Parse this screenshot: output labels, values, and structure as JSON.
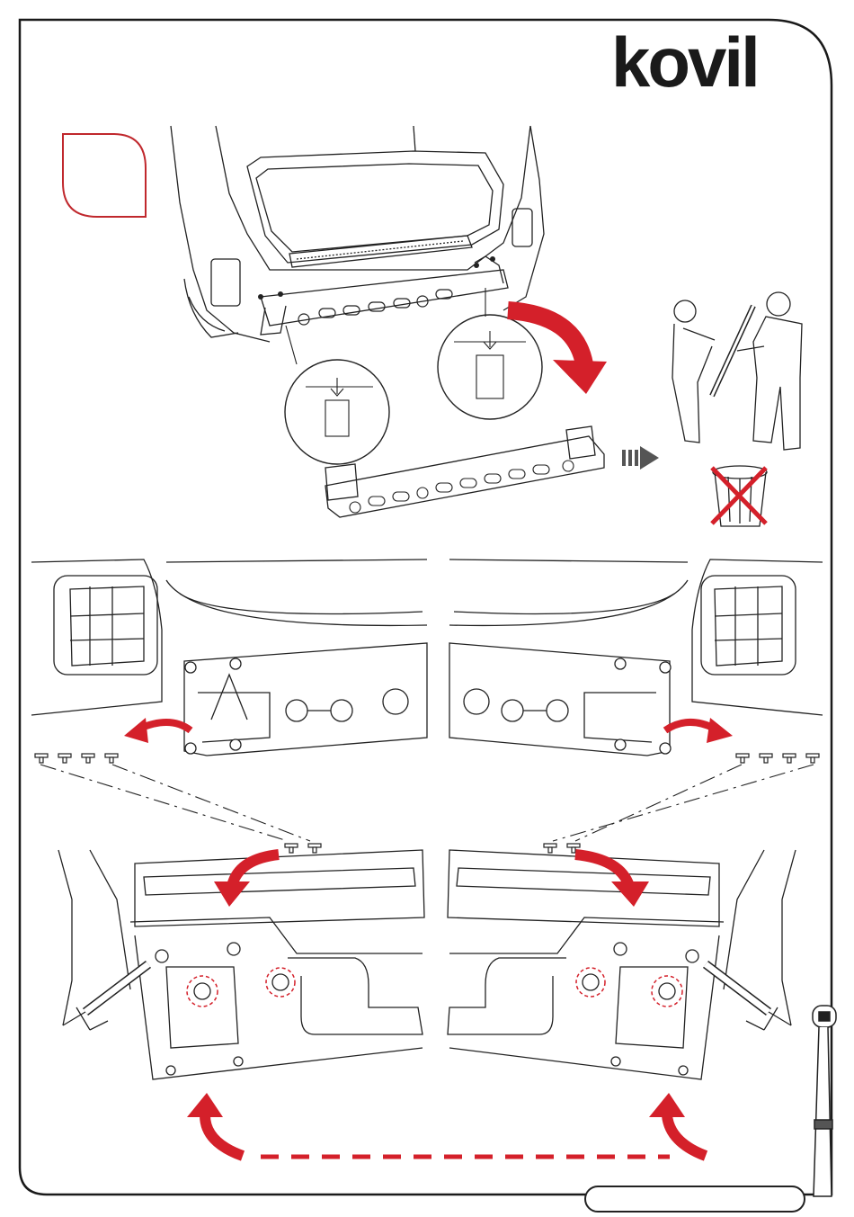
{
  "brand": {
    "logo_text": "kovil"
  },
  "colors": {
    "accent_red": "#d4202a",
    "line": "#222222",
    "frame": "#1a1a1a"
  },
  "icons": {
    "forbidden": "red-x-over-trash-bin-icon",
    "move": "striped-arrow-icon",
    "torque_wrench": "torque-wrench-icon"
  },
  "sections": {
    "top": "remove-original-crossmember",
    "middle": "unscrew-bolts-both-sides",
    "bottom": "seal-and-refit-bolts-both-sides"
  }
}
